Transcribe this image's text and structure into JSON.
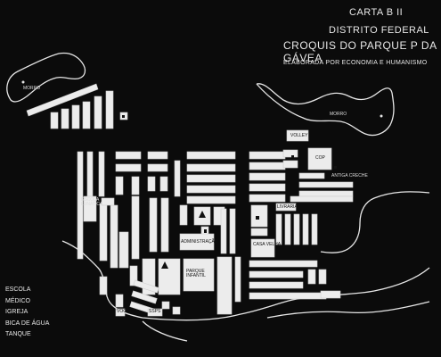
{
  "header": {
    "line1": "CARTA B II",
    "line2": "DISTRITO FEDERAL",
    "line3": "CROQUIS DO PARQUE P DA GÁVEA",
    "line4": "ELABORADA POR ECONOMIA E HUMANISMO"
  },
  "areas": {
    "morro_left": "MORRO",
    "morro_right": "MORRO",
    "volley": "VOLLEY",
    "cop": "COP",
    "antiga_creche": "ANTIGA CRECHE",
    "escola_lunatica": "ESCOLA LUNATICA",
    "livraria": "LIVRARIA",
    "administracao": "ADMINISTRAÇÃO",
    "casa_velha": "CASA VELHA",
    "parque_infantil": "PARQUE INFANTIL",
    "vc": "VOC",
    "ssps": "SSPS"
  },
  "legend": [
    "ESCOLA",
    "MÉDICO",
    "IGREJA",
    "BICA DE ÁGUA",
    "TANQUE"
  ]
}
